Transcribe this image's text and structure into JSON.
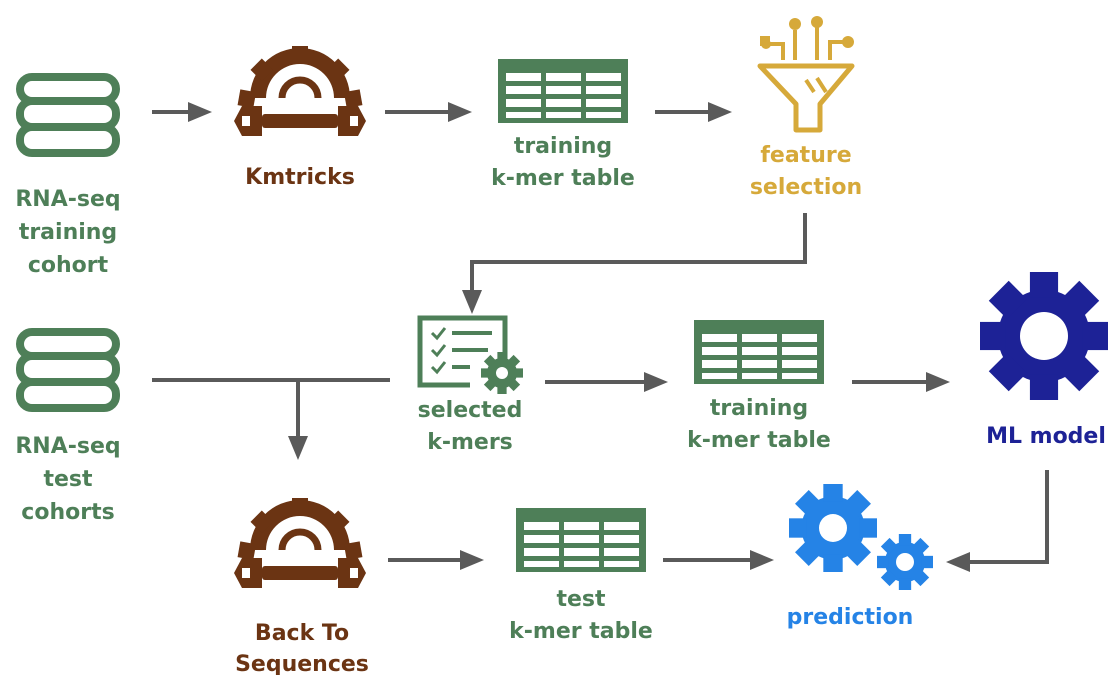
{
  "colors": {
    "green": "#4e7f58",
    "brown": "#6b3413",
    "gold": "#d6a93a",
    "navy": "#1d2296",
    "blue": "#2583e6",
    "arrow": "#5a5a5a"
  },
  "nodes": {
    "db_training": {
      "icon": "database-icon",
      "lines": [
        "RNA-seq",
        "training",
        "cohort"
      ]
    },
    "kmtricks": {
      "icon": "gear-wrench-icon",
      "lines": [
        "Kmtricks"
      ]
    },
    "training_table_1": {
      "icon": "table-icon",
      "lines": [
        "training",
        "k-mer table"
      ]
    },
    "feature_selection": {
      "icon": "funnel-icon",
      "lines": [
        "feature",
        "selection"
      ]
    },
    "db_test": {
      "icon": "database-icon",
      "lines": [
        "RNA-seq",
        "test",
        "cohorts"
      ]
    },
    "selected_kmers": {
      "icon": "checklist-gear-icon",
      "lines": [
        "selected",
        "k-mers"
      ]
    },
    "training_table_2": {
      "icon": "table-icon",
      "lines": [
        "training",
        "k-mer table"
      ]
    },
    "ml_model": {
      "icon": "gear-icon",
      "lines": [
        "ML model"
      ]
    },
    "back_to_sequences": {
      "icon": "gear-wrench-icon",
      "lines": [
        "Back To",
        "Sequences"
      ]
    },
    "test_table": {
      "icon": "table-icon",
      "lines": [
        "test",
        "k-mer table"
      ]
    },
    "prediction": {
      "icon": "gears-icon",
      "lines": [
        "prediction"
      ]
    }
  }
}
